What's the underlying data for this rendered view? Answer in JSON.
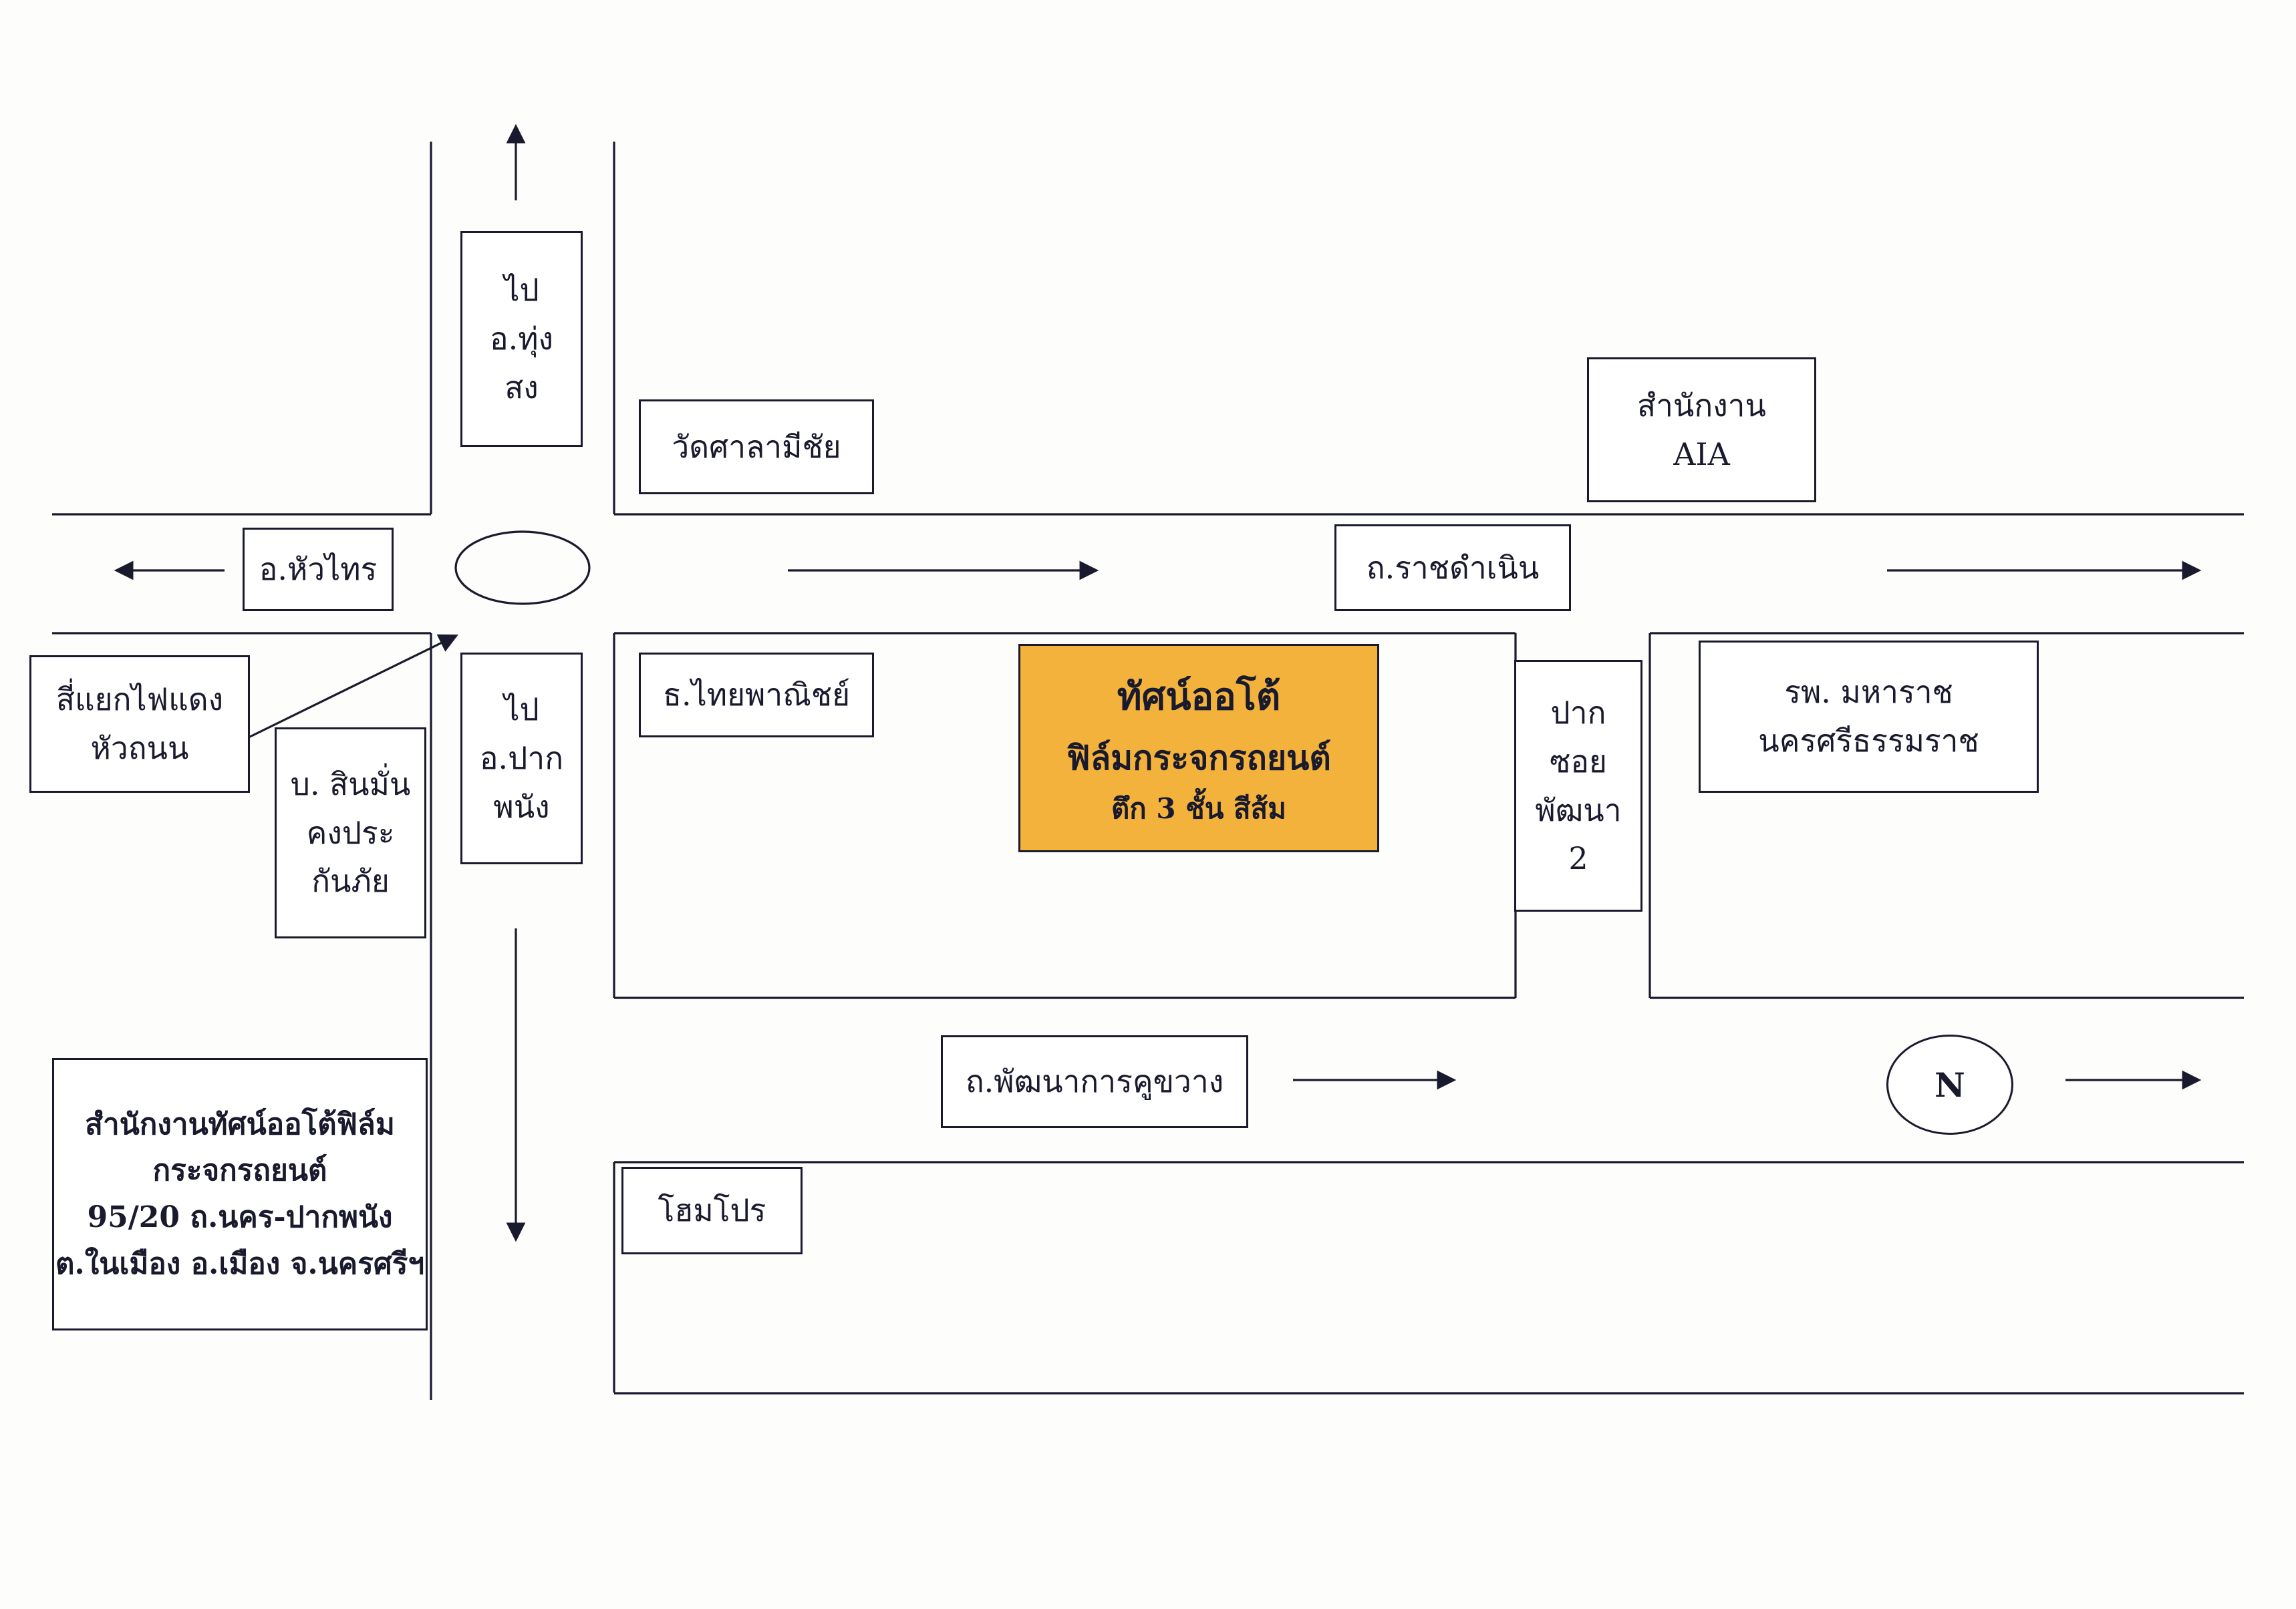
{
  "colors": {
    "ink": "#1a1a2e",
    "highlight_fill": "#f2b23c",
    "background": "#fdfdfb"
  },
  "compass": {
    "label": "N"
  },
  "arrows": {
    "top_of_vertical_road": "up",
    "main_road_west": "left",
    "main_road_eastbound_center": "right",
    "main_road_eastbound_far": "right",
    "junction_pointer": "up-right-diagonal",
    "vertical_road_south": "down",
    "lower_road_eastbound": "right",
    "lower_road_eastbound_far": "right"
  },
  "boxes": {
    "to_thungsong": {
      "lines": [
        "ไป",
        "อ.ทุ่ง",
        "สง"
      ]
    },
    "wat_sala_michai": {
      "lines": [
        "วัดศาลามีชัย"
      ]
    },
    "hua_sai": {
      "lines": [
        "อ.หัวไทร"
      ]
    },
    "ratchadamnoen_rd": {
      "lines": [
        "ถ.ราชดำเนิน"
      ]
    },
    "aia_office": {
      "lines": [
        "สำนักงาน",
        "AIA"
      ]
    },
    "red_light_junction": {
      "lines": [
        "สี่แยกไฟแดง",
        "หัวถนน"
      ]
    },
    "to_pak_phanang": {
      "lines": [
        "ไป",
        "อ.ปาก",
        "พนัง"
      ]
    },
    "insurance_co": {
      "lines": [
        "บ. สินมั่น",
        "คงประ",
        "กันภัย"
      ]
    },
    "scb_bank": {
      "lines": [
        "ธ.ไทยพาณิชย์"
      ]
    },
    "tat_auto": {
      "lines": [
        "ทัศน์ออโต้",
        "ฟิล์มกระจกรถยนต์",
        "ตึก 3 ชั้น สีส้ม"
      ]
    },
    "soi_pattana_2": {
      "lines": [
        "ปาก",
        "ซอย",
        "พัฒนา",
        "2"
      ]
    },
    "maharaj_hospital": {
      "lines": [
        "รพ. มหาราช",
        "นครศรีธรรมราช"
      ]
    },
    "pattanakan_khukhwang_rd": {
      "lines": [
        "ถ.พัฒนาการคูขวาง"
      ]
    },
    "homepro": {
      "lines": [
        "โฮมโปร"
      ]
    },
    "office_address": {
      "lines": [
        "สำนักงานทัศน์ออโต้ฟิล์ม",
        "กระจกรถยนต์",
        "95/20 ถ.นคร-ปากพนัง",
        "ต.ในเมือง อ.เมือง จ.นครศรีฯ"
      ]
    }
  }
}
